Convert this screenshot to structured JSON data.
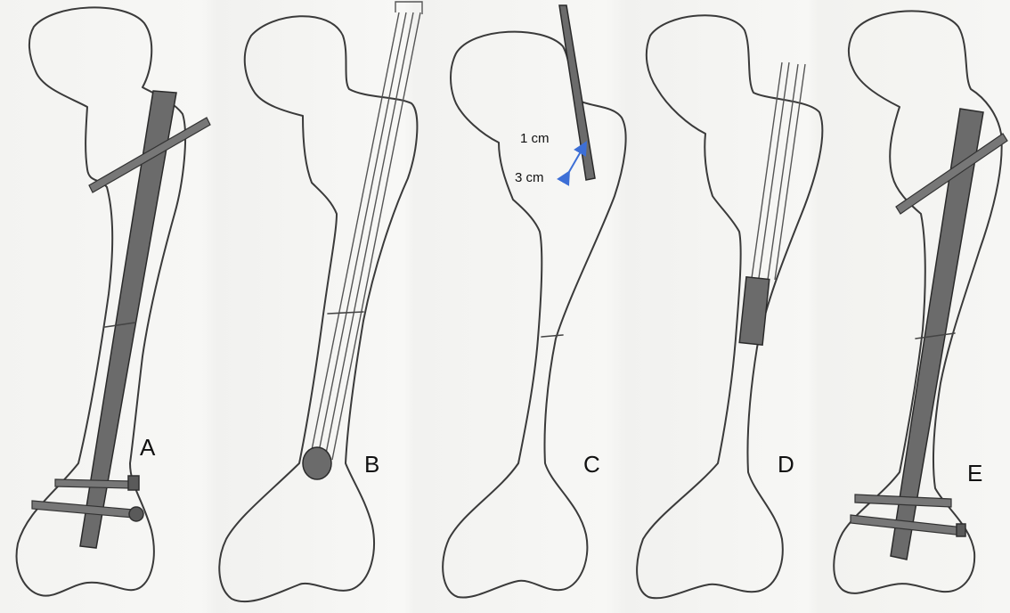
{
  "panels": [
    {
      "id": "A",
      "label": "A"
    },
    {
      "id": "B",
      "label": "B"
    },
    {
      "id": "C",
      "label": "C"
    },
    {
      "id": "D",
      "label": "D"
    },
    {
      "id": "E",
      "label": "E"
    }
  ],
  "measurements": {
    "upper": "1 cm",
    "lower": "3 cm"
  },
  "colors": {
    "arrow": "#3d6fd6",
    "pencil": "#3a3a3a"
  }
}
